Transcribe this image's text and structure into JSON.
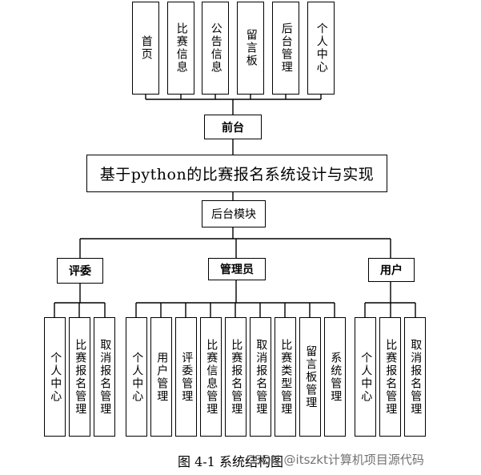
{
  "front": {
    "items": [
      "首页",
      "比赛信息",
      "公告信息",
      "留言板",
      "后台管理",
      "个人中心"
    ],
    "label": "前台"
  },
  "system_title": "基于python的比赛报名系统设计与实现",
  "backend": {
    "label": "后台模块"
  },
  "roles": {
    "judge": {
      "label": "评委",
      "items": [
        "个人中心",
        "比赛报名管理",
        "取消报名管理"
      ]
    },
    "admin": {
      "label": "管理员",
      "items": [
        "个人中心",
        "用户管理",
        "评委管理",
        "比赛信息管理",
        "比赛报名管理",
        "取消报名管理",
        "比赛类型管理",
        "留言板管理",
        "系统管理"
      ]
    },
    "user": {
      "label": "用户",
      "items": [
        "个人中心",
        "比赛报名管理",
        "取消报名管理"
      ]
    }
  },
  "caption": "图 4-1 系统结构图",
  "watermark": "CSDN @itszkt计算机项目源代码"
}
